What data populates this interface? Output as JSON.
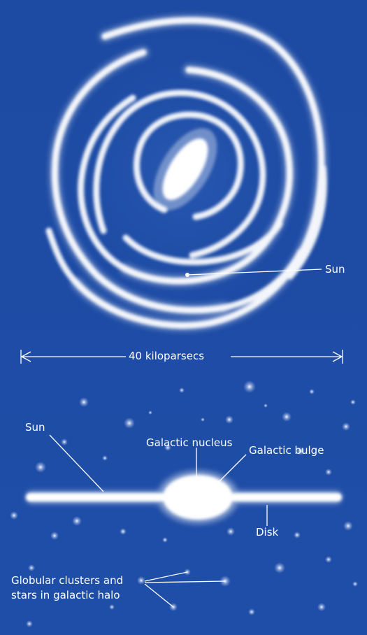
{
  "labels": {
    "sun_top": "Sun",
    "scale": "40 kiloparsecs",
    "sun_side": "Sun",
    "nucleus": "Galactic nucleus",
    "bulge": "Galactic bulge",
    "disk": "Disk",
    "halo_line1": "Globular clusters and",
    "halo_line2": "stars in galactic halo"
  },
  "colors": {
    "background": "#1e4ca5",
    "arms": "#ffffff",
    "label_lines": "#ffffff"
  }
}
